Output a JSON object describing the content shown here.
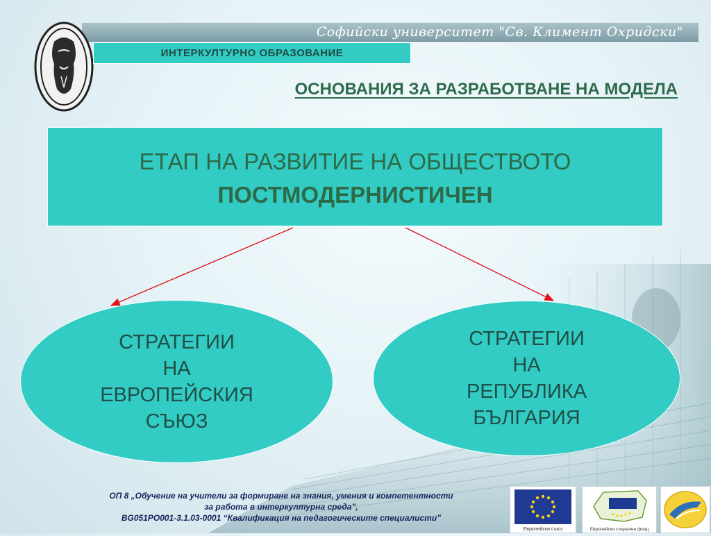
{
  "header": {
    "university": "Софийски университет \"Св. Климент Охридски\"",
    "subtitle": "ИНТЕРКУЛТУРНО  ОБРАЗОВАНИЕ"
  },
  "heading": "ОСНОВАНИЯ ЗА РАЗРАБОТВАНЕ НА МОДЕЛА",
  "top_box": {
    "line1": "ЕТАП НА РАЗВИТИЕ НА ОБЩЕСТВОТО",
    "line2": "ПОСТМОДЕРНИСТИЧЕН"
  },
  "left_node": {
    "lines": [
      "СТРАТЕГИИ",
      "НА",
      "ЕВРОПЕЙСКИЯ",
      "СЪЮЗ"
    ]
  },
  "right_node": {
    "lines": [
      "СТРАТЕГИИ",
      "НА",
      "РЕПУБЛИКА",
      "БЪЛГАРИЯ"
    ]
  },
  "footer": {
    "line1": "ОП 8 „Обучение на учители за формиране на знания, умения и компетентности",
    "line2": "за работа в интеркултурна среда”,",
    "line3": "BG051PO001-3.1.03-0001 “Квалификация на педагогическите специалисти”"
  },
  "logos": {
    "eu_caption": "Европейски съюз",
    "esf_caption": "Европейски социален фонд"
  },
  "colors": {
    "box_fill": "#33ccc4",
    "arrow": "#e0141c",
    "heading": "#2e6a4c"
  },
  "icons": [
    "university-seal-icon",
    "eu-flag-icon",
    "esf-logo-icon",
    "program-logo-icon"
  ]
}
